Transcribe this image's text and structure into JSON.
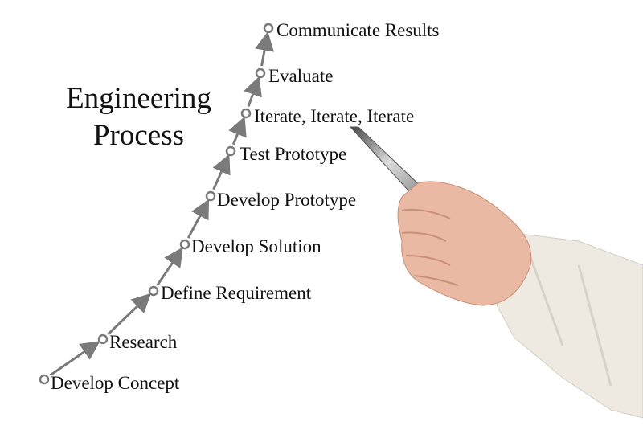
{
  "title": {
    "line1": "Engineering",
    "line2": "Process"
  },
  "steps": [
    {
      "label": "Develop Concept"
    },
    {
      "label": "Research"
    },
    {
      "label": "Define Requirement"
    },
    {
      "label": "Develop Solution"
    },
    {
      "label": "Develop Prototype"
    },
    {
      "label": "Test Prototype"
    },
    {
      "label": "Iterate, Iterate, Iterate"
    },
    {
      "label": "Evaluate"
    },
    {
      "label": "Communicate Results"
    }
  ],
  "colors": {
    "arrow": "#7a7a7a",
    "text": "#111111",
    "skin": "#e9b9a3",
    "sleeve": "#eeeae2"
  }
}
